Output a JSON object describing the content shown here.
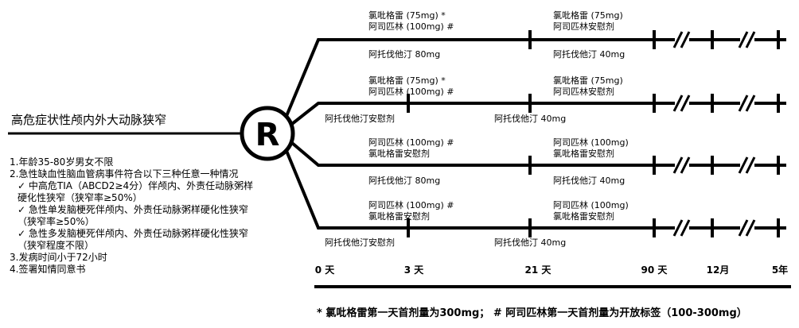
{
  "title": "高危症状性颅内外大动脉狭窄",
  "randomization_label": "R",
  "criteria": [
    "1.年龄35-80岁男女不限",
    "2.急性缺血性脑血管病事件符合以下三种任意一种情况",
    "✓   中高危TIA（ABCD2≥4分）伴颅内、外责任动脉粥样",
    "     硬化性狭窄（狭窄率≥50%）",
    "✓   急性单发脑梗死伴颅内、外责任动脉粥样硬化性狭窄",
    "     （狭窄率≥50%）",
    "✓   急性多发脑梗死伴颅内、外责任动脉粥样硬化性狭窄",
    "     （狭窄程度不限）",
    "3.发病时间小于72小时",
    "4.签署知情同意书"
  ],
  "arms": [
    {
      "above_early": [
        "氯吡格雷 (75mg) *",
        "阿司匹林 (100mg) #"
      ],
      "above_late": [
        "氯吡格雷 (75mg)",
        "阿司匹林安慰剂"
      ],
      "below_early": "阿托伐他汀 80mg",
      "below_late": "阿托伐他汀 40mg"
    },
    {
      "above_early": [
        "氯吡格雷 (75mg) *",
        "阿司匹林 (100mg) #"
      ],
      "above_late": [
        "氯吡格雷 (75mg)",
        "阿司匹林安慰剂"
      ],
      "below_early": "阿托伐他汀安慰剂",
      "below_late": "阿托伐他汀 40mg"
    },
    {
      "above_early": [
        "阿司匹林 (100mg) #",
        "氯吡格雷安慰剂"
      ],
      "above_late": [
        "阿司匹林 (100mg)",
        "氯吡格雷安慰剂"
      ],
      "below_early": "阿托伐他汀 80mg",
      "below_late": "阿托伐他汀 40mg"
    },
    {
      "above_early": [
        "阿司匹林 (100mg) #",
        "氯吡格雷安慰剂"
      ],
      "above_late": [
        "阿司匹林 (100mg)",
        "氯吡格雷安慰剂"
      ],
      "below_early": "阿托伐他汀安慰剂",
      "below_late": "阿托伐他汀 40mg"
    }
  ],
  "timeline": [
    "0 天",
    "3 天",
    "21 天",
    "90 天",
    "12月",
    "5年"
  ],
  "footnote": "* 氯吡格雷第一天首剂量为300mg； # 阿司匹林第一天首剂量为开放标签（100-300mg）"
}
